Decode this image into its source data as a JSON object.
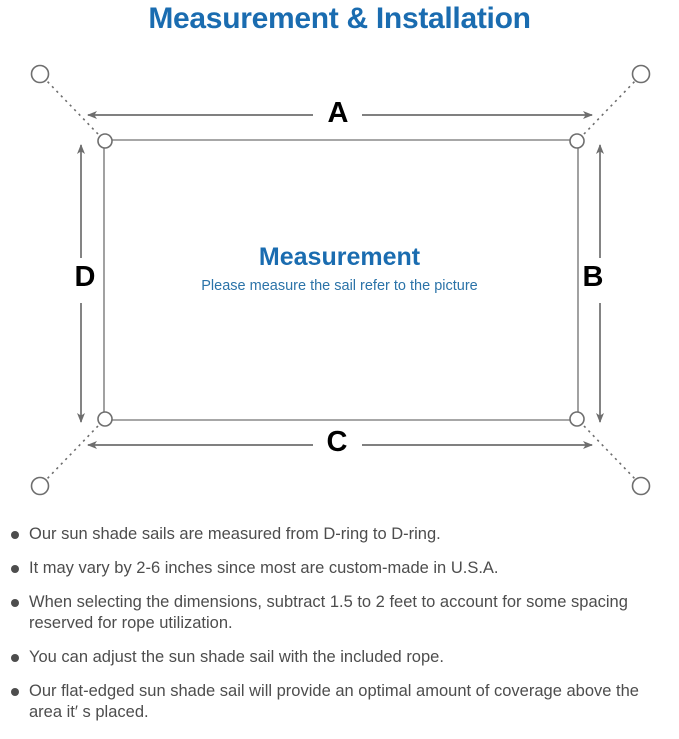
{
  "page": {
    "title": "Measurement & Installation",
    "title_color": "#1a6cb0",
    "background": "#ffffff"
  },
  "diagram": {
    "center_title": "Measurement",
    "center_subtitle": "Please measure the sail refer to the picture",
    "center_title_color": "#1a6cb0",
    "center_subtitle_color": "#2b73a8",
    "line_color": "#6e6e6e",
    "sail_edge_color": "#7a7a7a",
    "dimension_labels": {
      "top": "A",
      "right": "B",
      "bottom": "C",
      "left": "D"
    },
    "rings": {
      "anchor_ring_count": 4,
      "d_ring_count": 4
    }
  },
  "notes": {
    "items": [
      "Our sun shade sails are measured from D-ring to D-ring.",
      "It may vary by 2-6 inches since most are custom-made in U.S.A.",
      "When selecting the dimensions, subtract 1.5 to 2 feet to account for some spacing reserved for rope utilization.",
      "You can adjust the sun shade sail with the included rope.",
      "Our flat-edged sun shade sail will provide an optimal amount of coverage above the area it′ s placed."
    ],
    "text_color": "#4d4d4d"
  }
}
